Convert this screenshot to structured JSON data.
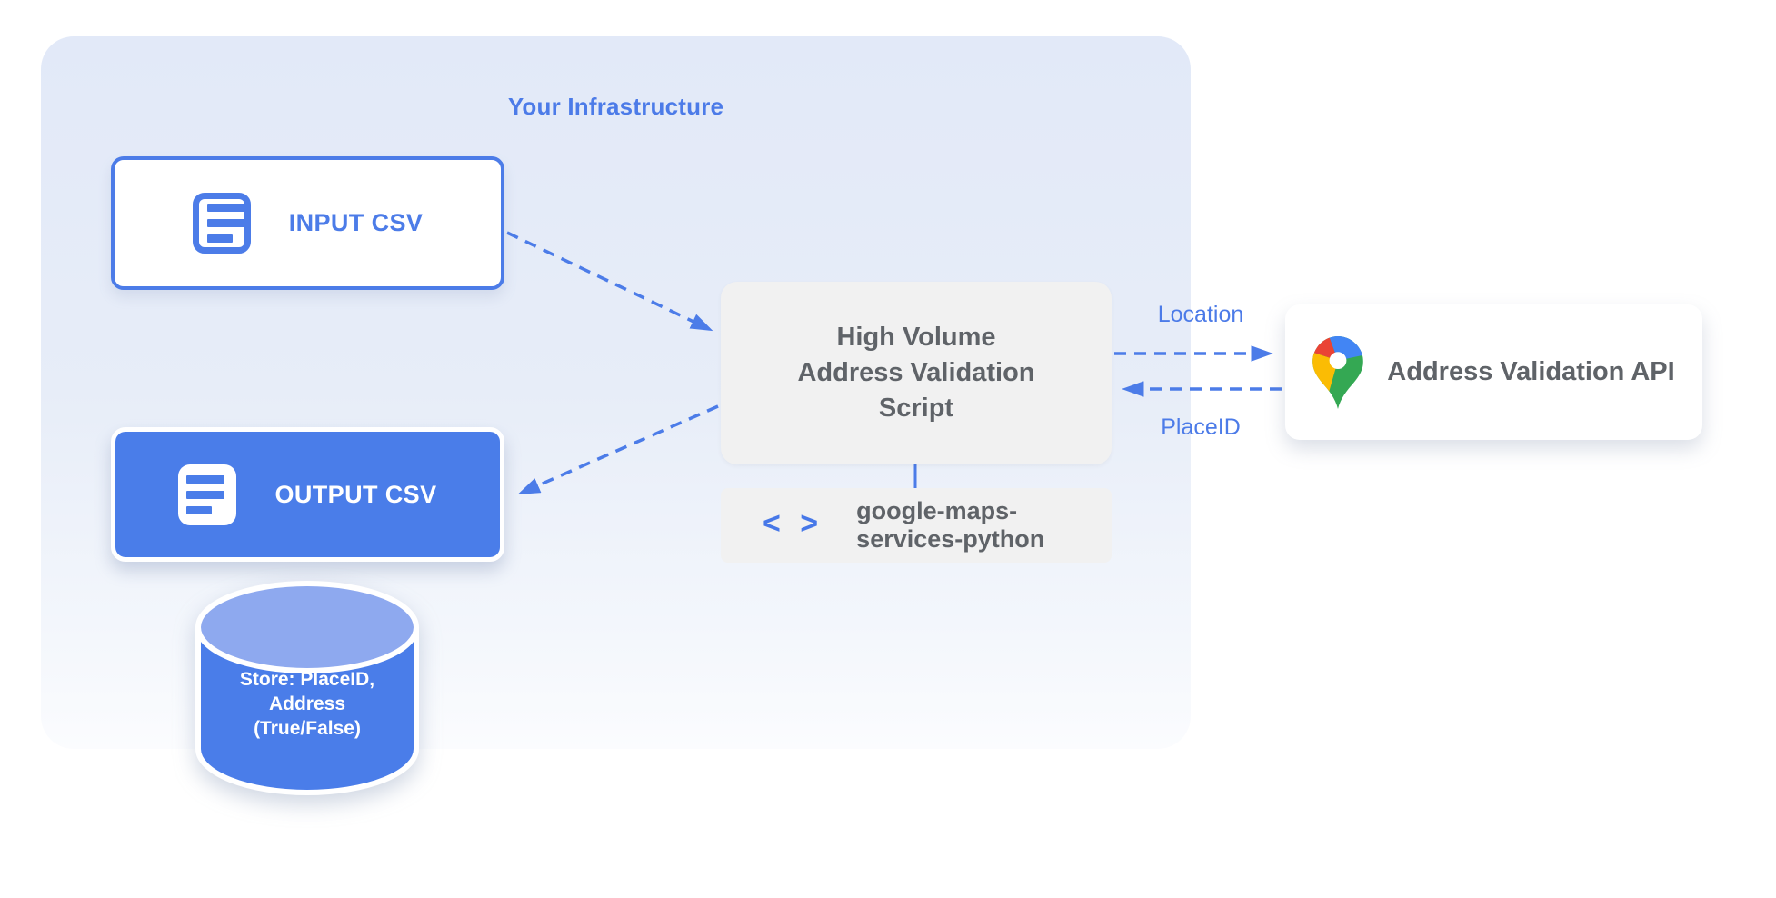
{
  "diagram": {
    "container": {
      "title": "Your Infrastructure",
      "fill_top": "#E2E9F8",
      "fill_bottom": "#FBFCFE"
    },
    "colors": {
      "accent_blue": "#4C7CE8",
      "node_blue": "#4A7DE9",
      "cylinder_top_blue": "#8EA9EF",
      "gray_box": "#F1F1F1",
      "dark_gray_text": "#5F6368",
      "maps_pin_red": "#EA4335",
      "maps_pin_blue": "#4285F4",
      "maps_pin_yellow": "#FBBC04",
      "maps_pin_green": "#34A853"
    },
    "nodes": {
      "input_csv": {
        "label": "INPUT CSV",
        "icon": "document-icon"
      },
      "output_csv": {
        "label": "OUTPUT CSV",
        "icon": "document-icon"
      },
      "datastore": {
        "line1": "Store: PlaceID,",
        "line2": "Address",
        "line3": "(True/False)"
      },
      "script": {
        "line1": "High Volume",
        "line2": "Address Validation",
        "line3": "Script"
      },
      "library": {
        "icon_glyph": "< >",
        "line1": "google-maps-",
        "line2": "services-python"
      },
      "api": {
        "label": "Address Validation API",
        "icon": "google-maps-pin-icon"
      }
    },
    "edges": {
      "input_to_script": {
        "style": "dashed-arrow"
      },
      "script_to_output": {
        "style": "dashed-arrow"
      },
      "script_to_api": {
        "label": "Location",
        "style": "dashed-arrow"
      },
      "api_to_script": {
        "label": "PlaceID",
        "style": "dashed-arrow"
      },
      "script_to_library": {
        "style": "solid-line"
      }
    }
  }
}
